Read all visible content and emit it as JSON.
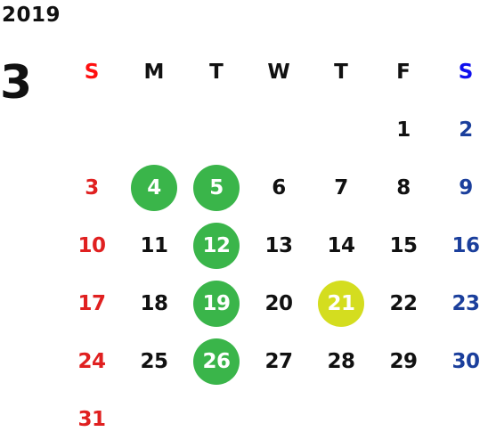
{
  "calendar": {
    "year": "2019",
    "month": "3",
    "weekdays": [
      "S",
      "M",
      "T",
      "W",
      "T",
      "F",
      "S"
    ],
    "first_weekday_index": 5,
    "days": [
      {
        "label": "1"
      },
      {
        "label": "2"
      },
      {
        "label": "3"
      },
      {
        "label": "4",
        "highlight": "green"
      },
      {
        "label": "5",
        "highlight": "green"
      },
      {
        "label": "6"
      },
      {
        "label": "7"
      },
      {
        "label": "8"
      },
      {
        "label": "9"
      },
      {
        "label": "10"
      },
      {
        "label": "11"
      },
      {
        "label": "12",
        "highlight": "green"
      },
      {
        "label": "13"
      },
      {
        "label": "14"
      },
      {
        "label": "15"
      },
      {
        "label": "16"
      },
      {
        "label": "17"
      },
      {
        "label": "18"
      },
      {
        "label": "19",
        "highlight": "green"
      },
      {
        "label": "20"
      },
      {
        "label": "21",
        "highlight": "yellow"
      },
      {
        "label": "22"
      },
      {
        "label": "23"
      },
      {
        "label": "24"
      },
      {
        "label": "25"
      },
      {
        "label": "26",
        "highlight": "green"
      },
      {
        "label": "27"
      },
      {
        "label": "28"
      },
      {
        "label": "29"
      },
      {
        "label": "30"
      },
      {
        "label": "31"
      }
    ]
  },
  "colors": {
    "sunday": "#e02020",
    "saturday": "#1b3f9c",
    "highlight_green": "#3ab54a",
    "highlight_yellow": "#d4dd1f"
  }
}
